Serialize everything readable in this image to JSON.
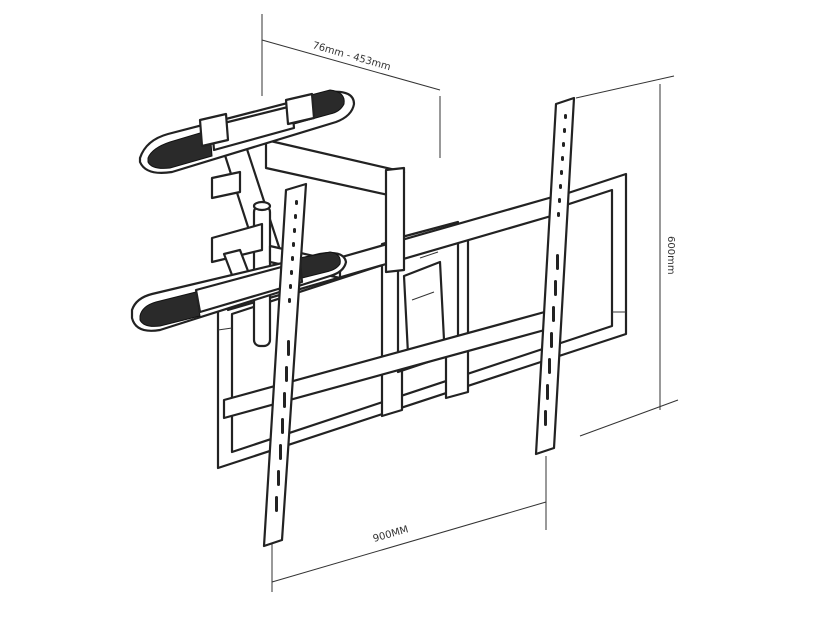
{
  "dimensions": {
    "arm_depth": "76mm - 453mm",
    "height": "600mm",
    "width": "900MM"
  },
  "colors": {
    "line": "#222222",
    "background": "#ffffff"
  }
}
